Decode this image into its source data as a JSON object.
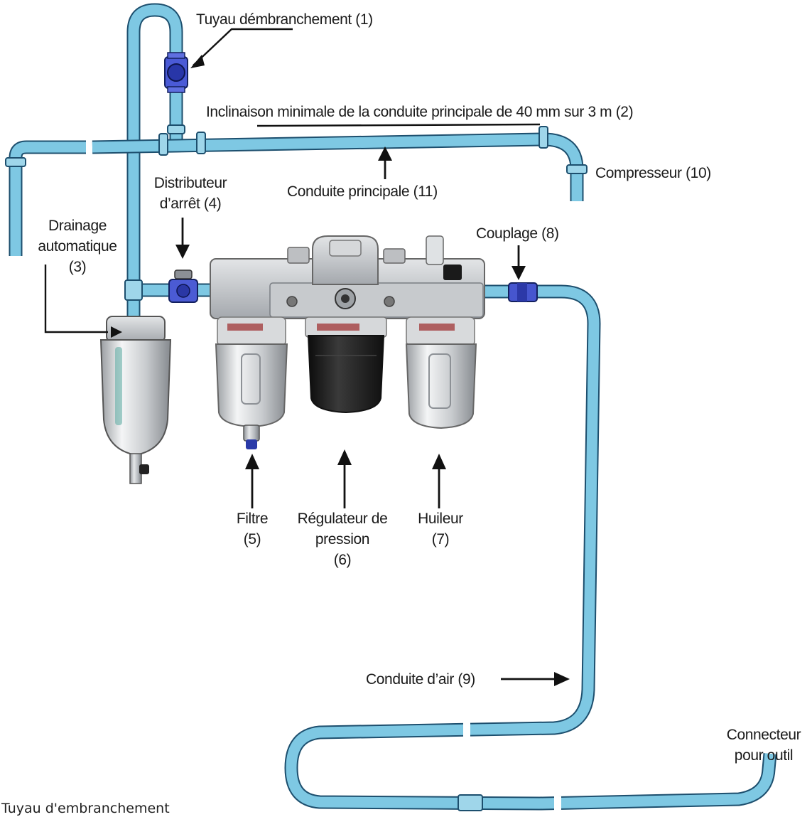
{
  "labels": {
    "tuyau_embranchement": "Tuyau démbranchement (1)",
    "inclinaison": "Inclinaison minimale de la conduite principale de 40 mm sur 3 m (2)",
    "compresseur": "Compresseur (10)",
    "conduite_principale": "Conduite principale (11)",
    "distributeur": [
      "Distributeur",
      "d’arrêt (4)"
    ],
    "drainage": [
      "Drainage",
      "automatique",
      "(3)"
    ],
    "couplage": "Couplage (8)",
    "filtre": [
      "Filtre",
      "(5)"
    ],
    "regulateur": [
      "Régulateur de",
      "pression",
      "(6)"
    ],
    "huileur": [
      "Huileur",
      "(7)"
    ],
    "conduite_air": "Conduite d’air (9)",
    "connecteur": [
      "Connecteur",
      "pour outil"
    ]
  },
  "caption": "Tuyau d'embranchement",
  "colors": {
    "pipe": "#7ec8e3",
    "pipe_outline": "#1d4f6e",
    "valve": "#3b49c8",
    "metal": "#b9bcc0",
    "metal_dark": "#7d8186",
    "regulator_body": "#1e1e1e"
  }
}
